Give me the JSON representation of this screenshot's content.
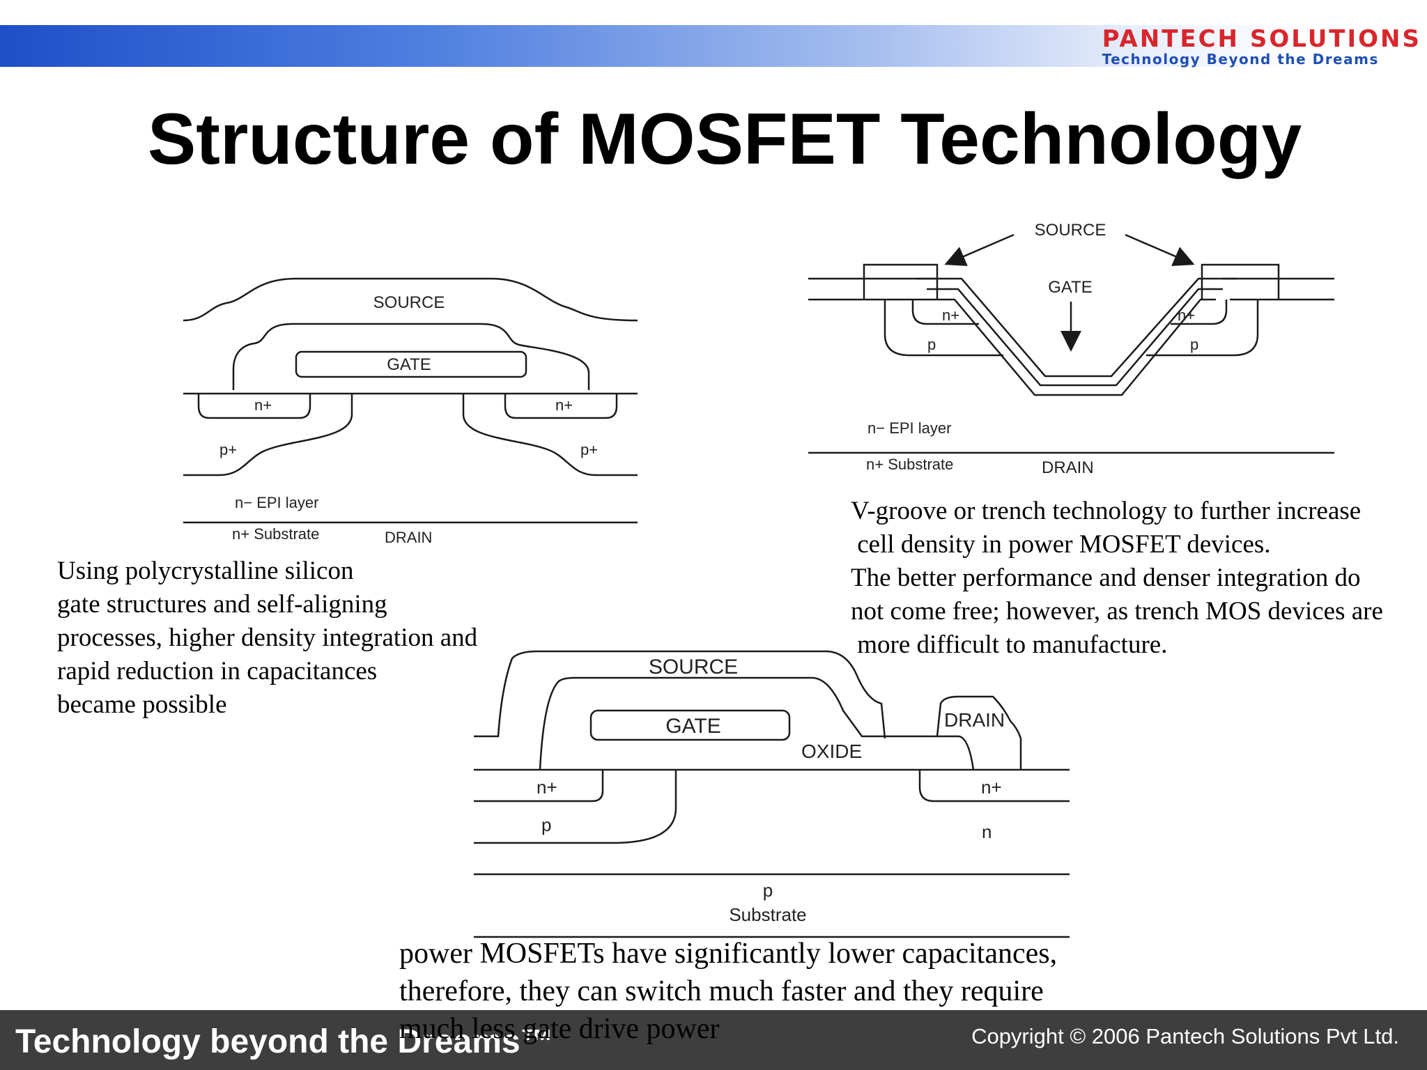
{
  "header": {
    "brand": "PANTECH SOLUTIONS",
    "tagline": "Technology Beyond the Dreams",
    "brand_color": "#d8262d",
    "tagline_color": "#1f4fb4"
  },
  "title": "Structure of MOSFET Technology",
  "diagram_planar": {
    "source": "SOURCE",
    "gate": "GATE",
    "n_plus": "n+",
    "p_plus": "p+",
    "epi": "n− EPI layer",
    "substrate": "n+ Substrate",
    "drain": "DRAIN"
  },
  "diagram_trench": {
    "source": "SOURCE",
    "gate": "GATE",
    "n_plus": "n+",
    "p": "p",
    "epi": "n− EPI layer",
    "substrate": "n+ Substrate",
    "drain": "DRAIN"
  },
  "diagram_lateral": {
    "source": "SOURCE",
    "gate": "GATE",
    "oxide": "OXIDE",
    "drain": "DRAIN",
    "n_plus": "n+",
    "p": "p",
    "n": "n",
    "p_sub": "p",
    "substrate": "Substrate"
  },
  "captions": {
    "left": "Using polycrystalline silicon\ngate structures and self-aligning\nprocesses, higher density integration and\nrapid reduction in capacitances\nbecame possible",
    "right": "V-groove or trench technology to further increase\n cell density in power MOSFET devices.\nThe better performance and denser integration do\nnot come free; however, as trench MOS devices are\n more difficult to manufacture.",
    "bottom": "power MOSFETs have significantly lower capacitances,\ntherefore, they can switch much faster and they require\nmuch less gate drive power"
  },
  "footer": {
    "left": "Technology beyond the Dreams™",
    "right": "Copyright © 2006 Pantech Solutions Pvt Ltd."
  }
}
